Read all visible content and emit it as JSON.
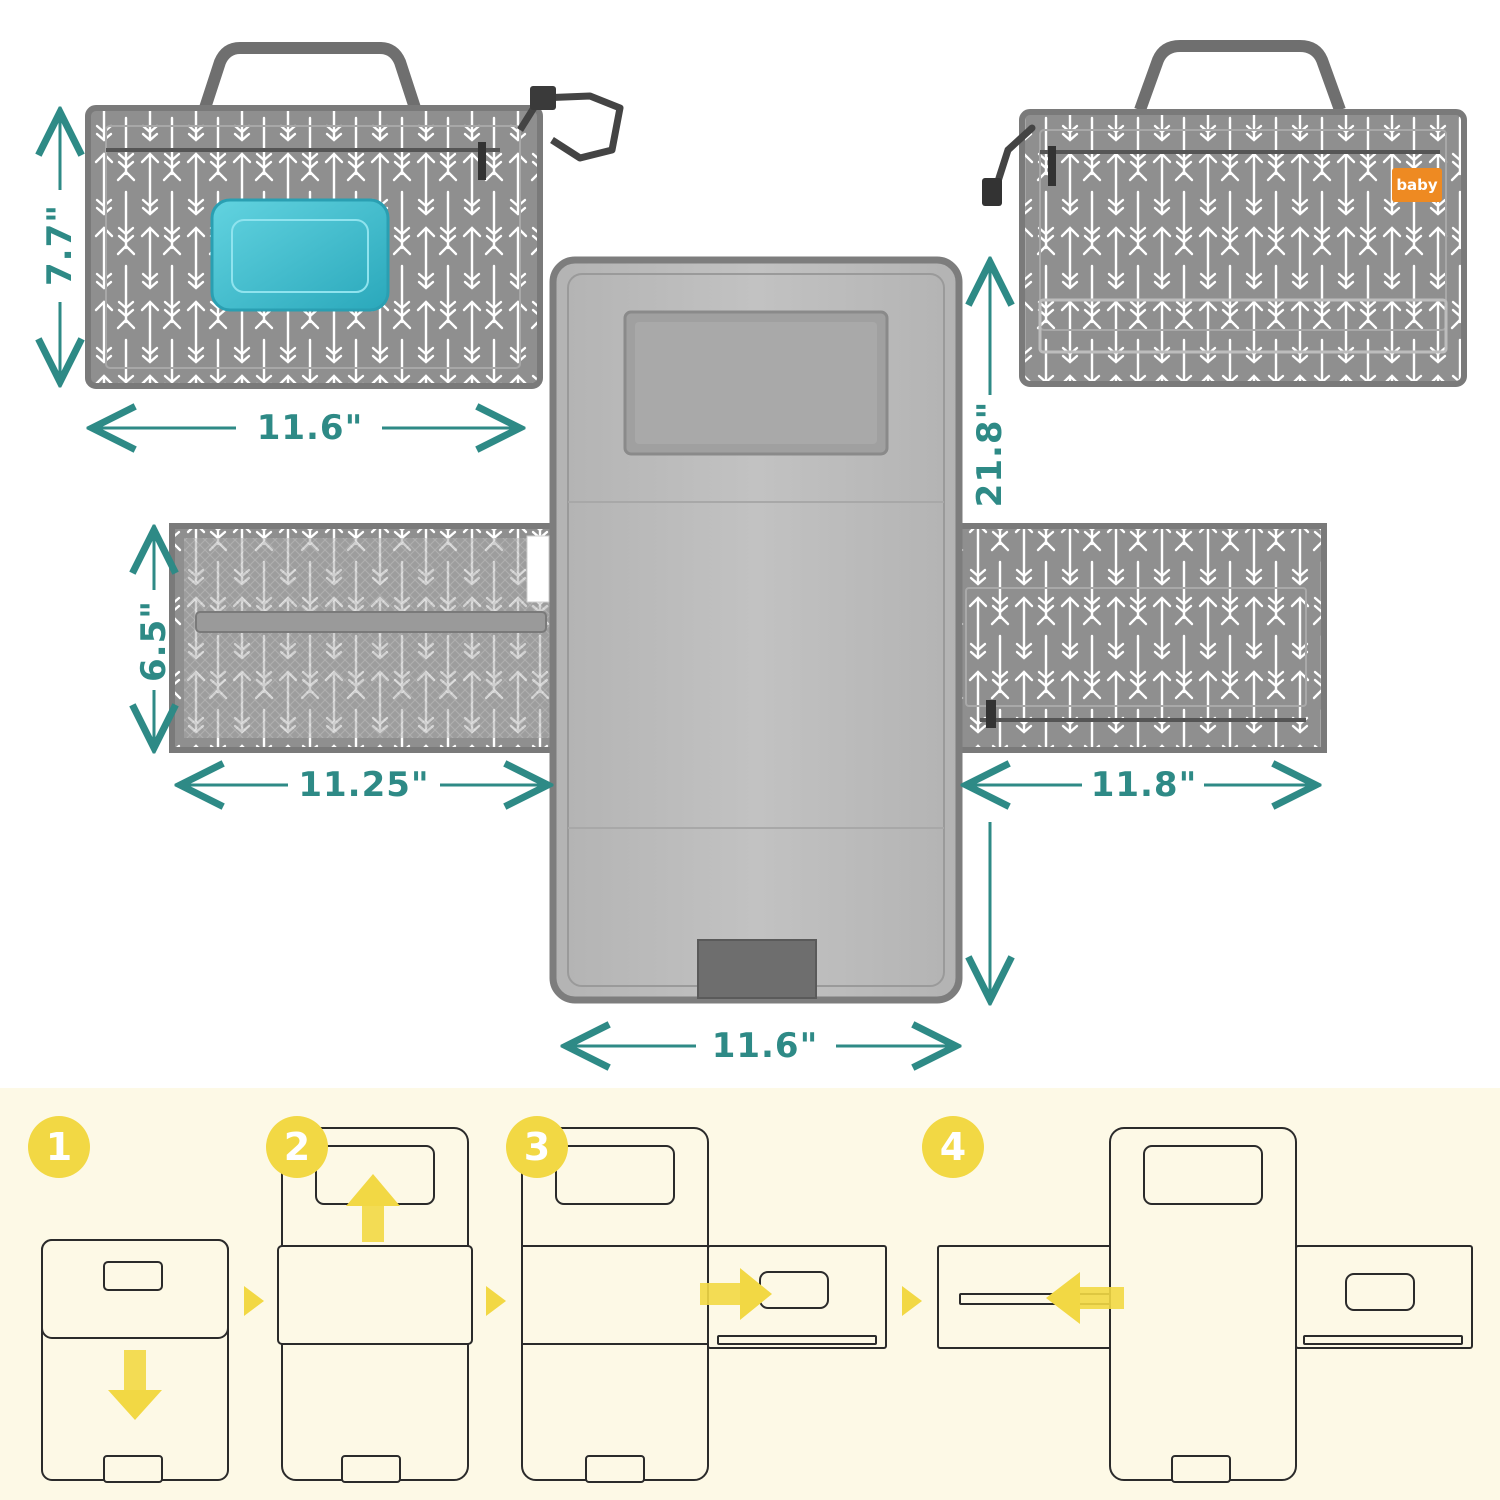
{
  "colors": {
    "accent_teal": "#2e8a86",
    "fabric_gray": "#8f8f8f",
    "fabric_border": "#777777",
    "pad_gray": "#b9b9b9",
    "wipes_lid": "#3bbfd0",
    "step_yellow": "#f2d844",
    "step_background": "#fdf9e6",
    "brand_orange": "#ee8a22"
  },
  "dimensions": {
    "top_left_height": "7.7\"",
    "top_left_width": "11.6\"",
    "pad_length": "21.8\"",
    "left_panel_height": "6.5\"",
    "left_panel_width": "11.25\"",
    "right_panel_width": "11.8\"",
    "pad_width": "11.6\""
  },
  "brand_tag": "baby",
  "steps": [
    {
      "number": "1"
    },
    {
      "number": "2"
    },
    {
      "number": "3"
    },
    {
      "number": "4"
    }
  ],
  "icons": [
    "arrow-down-icon",
    "arrow-up-icon",
    "arrow-right-icon",
    "arrow-left-icon",
    "step-chevron-icon"
  ]
}
